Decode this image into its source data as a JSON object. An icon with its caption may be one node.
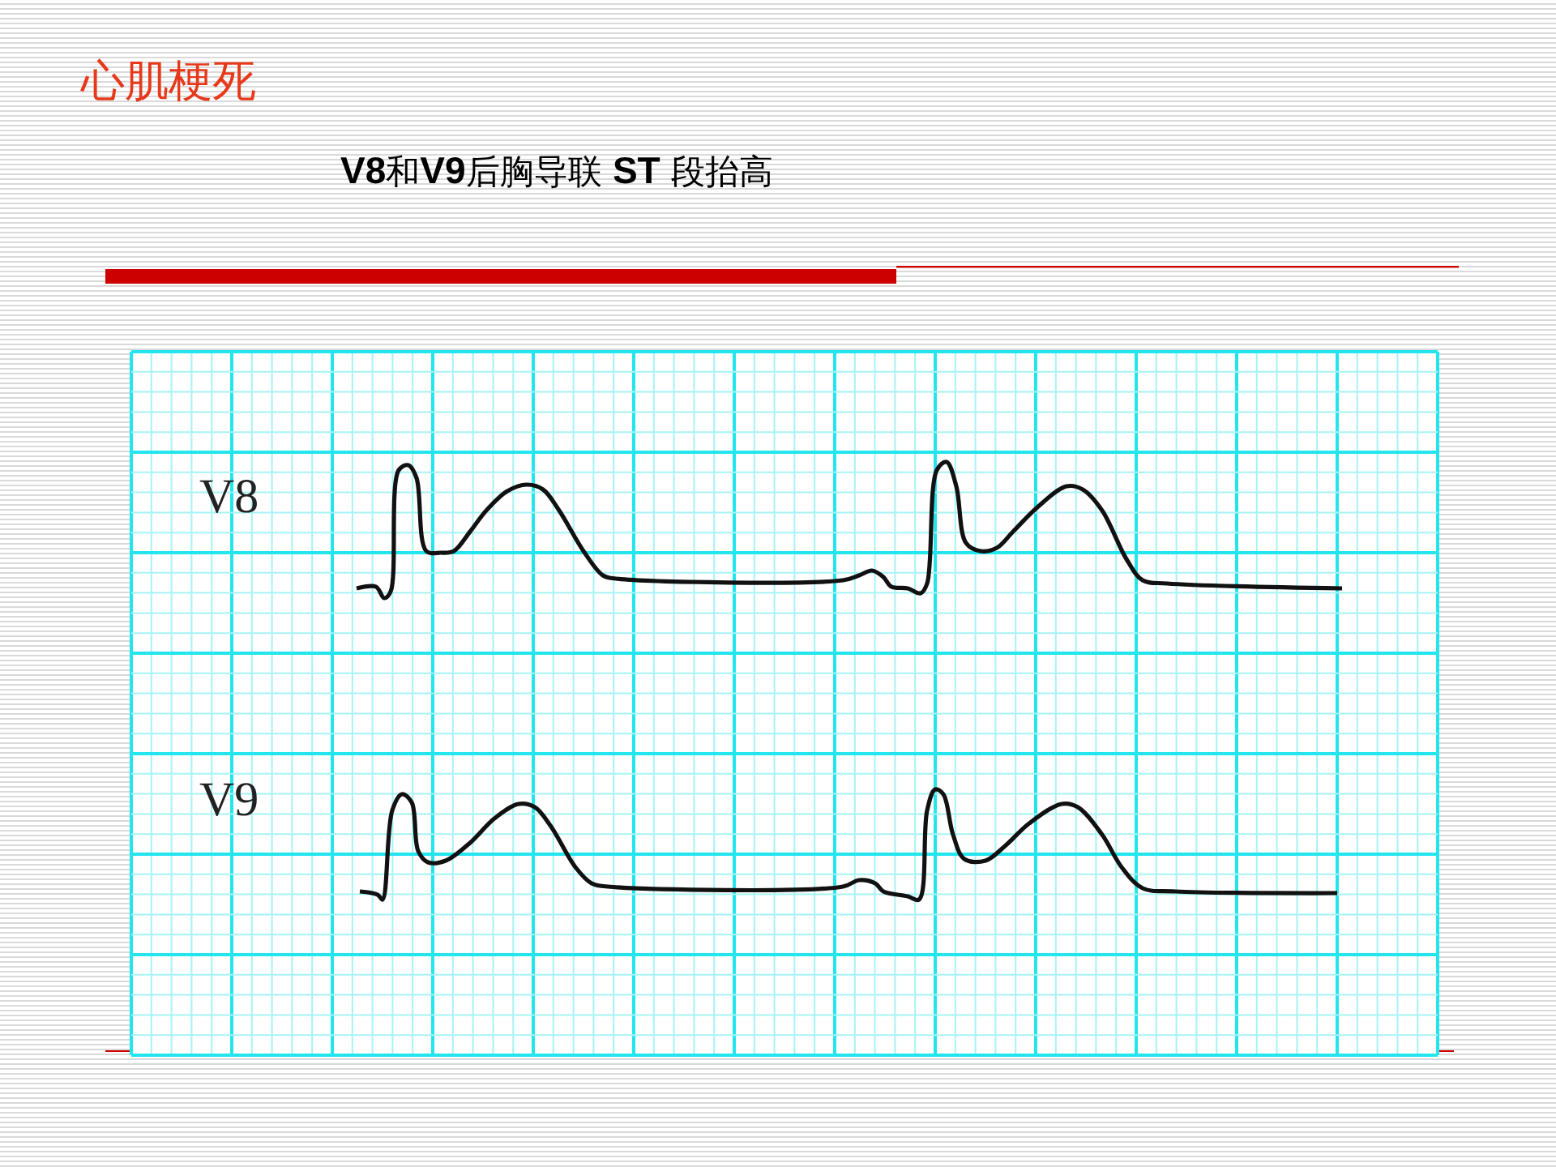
{
  "diagram": {
    "title": "心肌梗死",
    "labels": [
      "**V8**和**V9**后胸导联 **ST** 段抬高",
      "V8",
      "V9"
    ]
  }
}
